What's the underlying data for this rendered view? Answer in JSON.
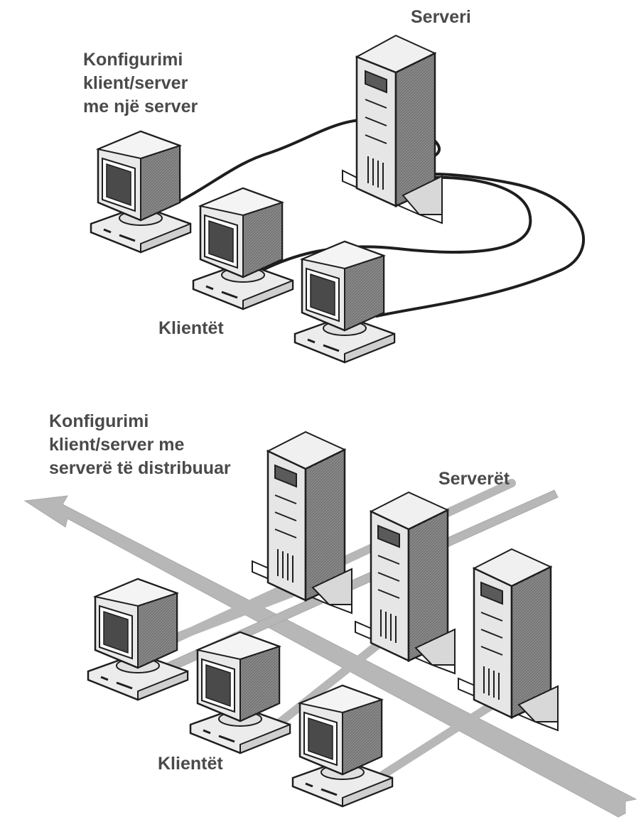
{
  "top_diagram": {
    "title_lines": [
      "Konfigurimi",
      "klient/server",
      "me një server"
    ],
    "server_label": "Serveri",
    "clients_label": "Klientët"
  },
  "bottom_diagram": {
    "title_lines": [
      "Konfigurimi",
      "klient/server me",
      "serverë të distribuuar"
    ],
    "servers_label": "Serverët",
    "clients_label": "Klientët"
  },
  "colors": {
    "ink": "#1e1e1e",
    "panel_light": "#e4e4e4",
    "panel_dark": "#7c7c7c",
    "screen": "#4a4a4a",
    "arrow": "#b7b7b7"
  },
  "icons": [
    "computer-icon",
    "server-tower-icon",
    "network-arrow-icon"
  ]
}
